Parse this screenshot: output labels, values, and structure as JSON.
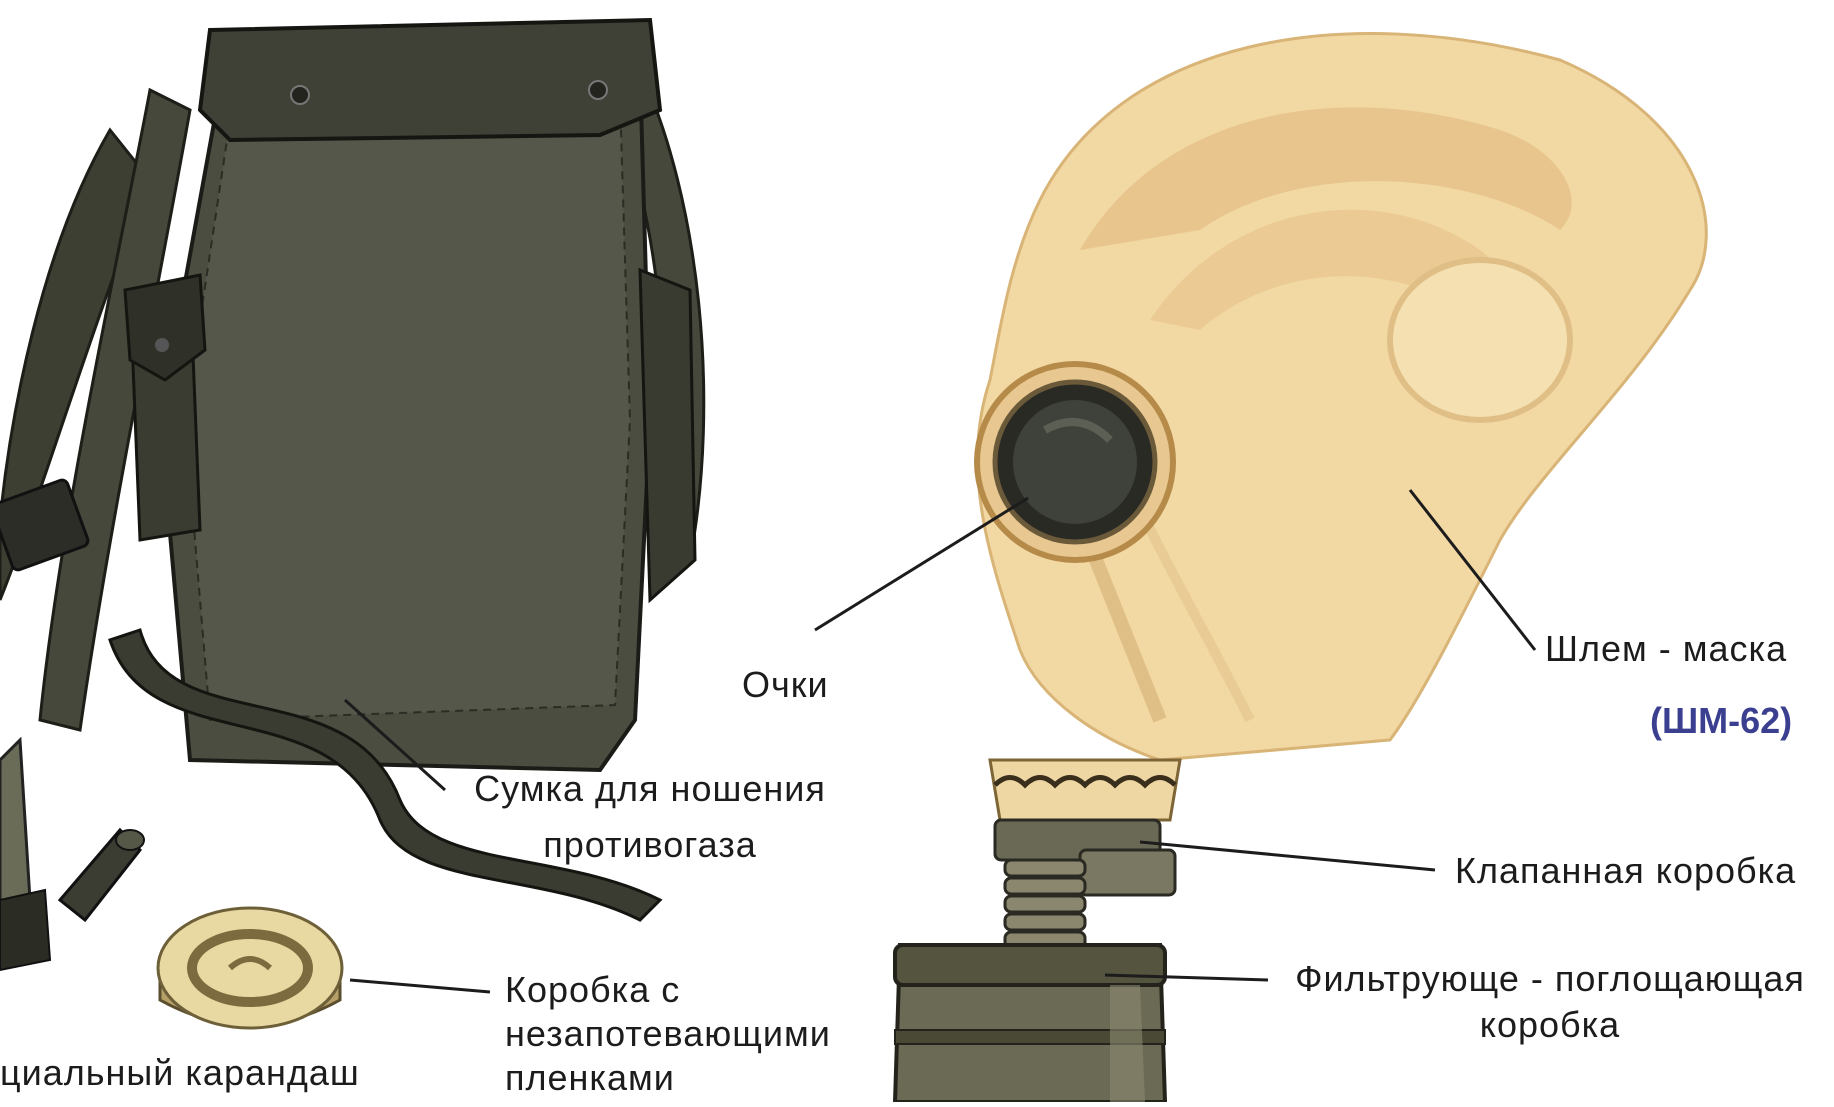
{
  "diagram": {
    "labels": {
      "goggles": "Очки",
      "helmet_mask": "Шлем - маска",
      "model": "(ШМ-62)",
      "bag_line1": "Сумка для ношения",
      "bag_line2": "противогаза",
      "valve_box": "Клапанная коробка",
      "filter_line1": "Фильтрующе - поглощающая",
      "filter_line2": "коробка",
      "films_line1": "Коробка с",
      "films_line2": "незапотевающими",
      "films_line3": "пленками",
      "pencil": "циальный карандаш"
    },
    "colors": {
      "bag": "#4b4d40",
      "bag_dark": "#2f3129",
      "mask": "#f2d8a3",
      "mask_shade": "#e2bb7e",
      "canister": "#6b6a55",
      "label_text": "#1c1c1c",
      "model_text": "#3b3f8f"
    }
  }
}
